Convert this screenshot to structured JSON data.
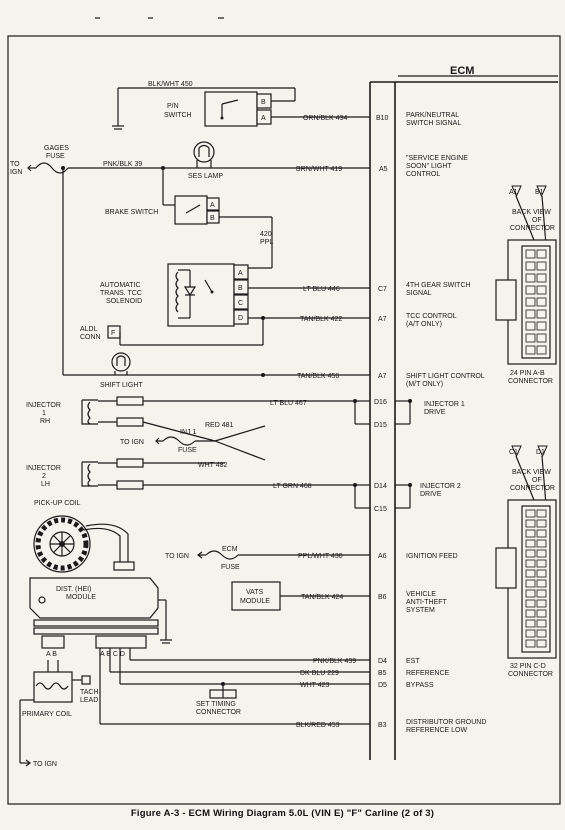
{
  "ecm_title": "ECM",
  "caption": "Figure A-3 - ECM Wiring Diagram  5.0L  (VIN E)  \"F\"  Carline  (2 of 3)",
  "components": {
    "pn_switch": [
      "P/N",
      "SWITCH"
    ],
    "gages_fuse": [
      "GAGES",
      "FUSE"
    ],
    "to_ign": [
      "TO",
      "IGN"
    ],
    "ses_lamp": "SES LAMP",
    "brake_switch": "BRAKE SWITCH",
    "tcc": [
      "AUTOMATIC",
      "TRANS. TCC",
      "SOLENOID"
    ],
    "aldl": [
      "ALDL",
      "CONN"
    ],
    "aldl_pin": "F",
    "shift_light": "SHIFT LIGHT",
    "injector1": [
      "INJECTOR",
      "1",
      "RH"
    ],
    "injector2": [
      "INJECTOR",
      "2",
      "LH"
    ],
    "inj_fuse_to_ign": "TO IGN",
    "inj_fuse": [
      "INJ 1",
      "FUSE"
    ],
    "pickup_coil": "PICK-UP COIL",
    "dist_module": [
      "DIST. (HEI)",
      "MODULE"
    ],
    "module_pins_ab": "A B",
    "module_pins_abcd": "A B C D",
    "primary_coil": "PRIMARY COIL",
    "tach_lead": [
      "TACH",
      "LEAD"
    ],
    "set_timing": [
      "SET TIMING",
      "CONNECTOR"
    ],
    "ecm_fuse_to_ign": "TO IGN",
    "ecm_fuse": [
      "ECM",
      "FUSE"
    ],
    "vats": [
      "VATS",
      "MODULE"
    ],
    "bottom_to_ign": "TO IGN",
    "a1": "A1",
    "b1": "B1",
    "c1": "C1",
    "d1": "D1",
    "back_view_top": [
      "BACK VIEW",
      "OF",
      "CONNECTOR"
    ],
    "back_view_bottom": [
      "BACK VIEW",
      "OF",
      "CONNECTOR"
    ],
    "connector_24": [
      "24 PIN  A-B",
      "CONNECTOR"
    ],
    "connector_32": [
      "32 PIN  C-D",
      "CONNECTOR"
    ]
  },
  "pin_letters": {
    "pn": [
      "B",
      "A"
    ],
    "brake": [
      "A",
      "B"
    ],
    "tcc": [
      "A",
      "B",
      "C",
      "D"
    ]
  },
  "wires": [
    "BLK/WHT 450",
    "ORN/BLK 434",
    "PNK/BLK 39",
    "BRN/WHT 419",
    "420",
    "PPL",
    "LT BLU 446",
    "TAN/BLK 422",
    "TAN/BLK 456",
    "LT BLU 467",
    "RED 481",
    "WHT 482",
    "LT GRN 468",
    "PNK/BLK 439",
    "DK BLU 229",
    "WHT 423",
    "PPL/WHT 430",
    "TAN/BLK 424",
    "BLK/RED 453"
  ],
  "ecm_pins": [
    "B10",
    "A5",
    "C7",
    "A7",
    "A7",
    "D16",
    "D15",
    "D14",
    "C15",
    "A6",
    "B6",
    "D4",
    "B5",
    "D5",
    "B3"
  ],
  "functions": [
    [
      "PARK/NEUTRAL",
      "SWITCH SIGNAL"
    ],
    [
      "\"SERVICE ENGINE",
      "SOON\" LIGHT",
      "CONTROL"
    ],
    [
      "4TH GEAR SWITCH",
      "SIGNAL"
    ],
    [
      "TCC CONTROL",
      "(A/T ONLY)"
    ],
    [
      "SHIFT LIGHT CONTROL",
      "(M/T ONLY)"
    ],
    [
      "INJECTOR 1",
      "DRIVE"
    ],
    [
      "INJECTOR 2",
      "DRIVE"
    ],
    [
      "IGNITION FEED"
    ],
    [
      "VEHICLE",
      "ANTI-THEFT",
      "SYSTEM"
    ],
    [
      "EST"
    ],
    [
      "REFERENCE"
    ],
    [
      "BYPASS"
    ],
    [
      "DISTRIBUTOR GROUND",
      "REFERENCE LOW"
    ]
  ]
}
